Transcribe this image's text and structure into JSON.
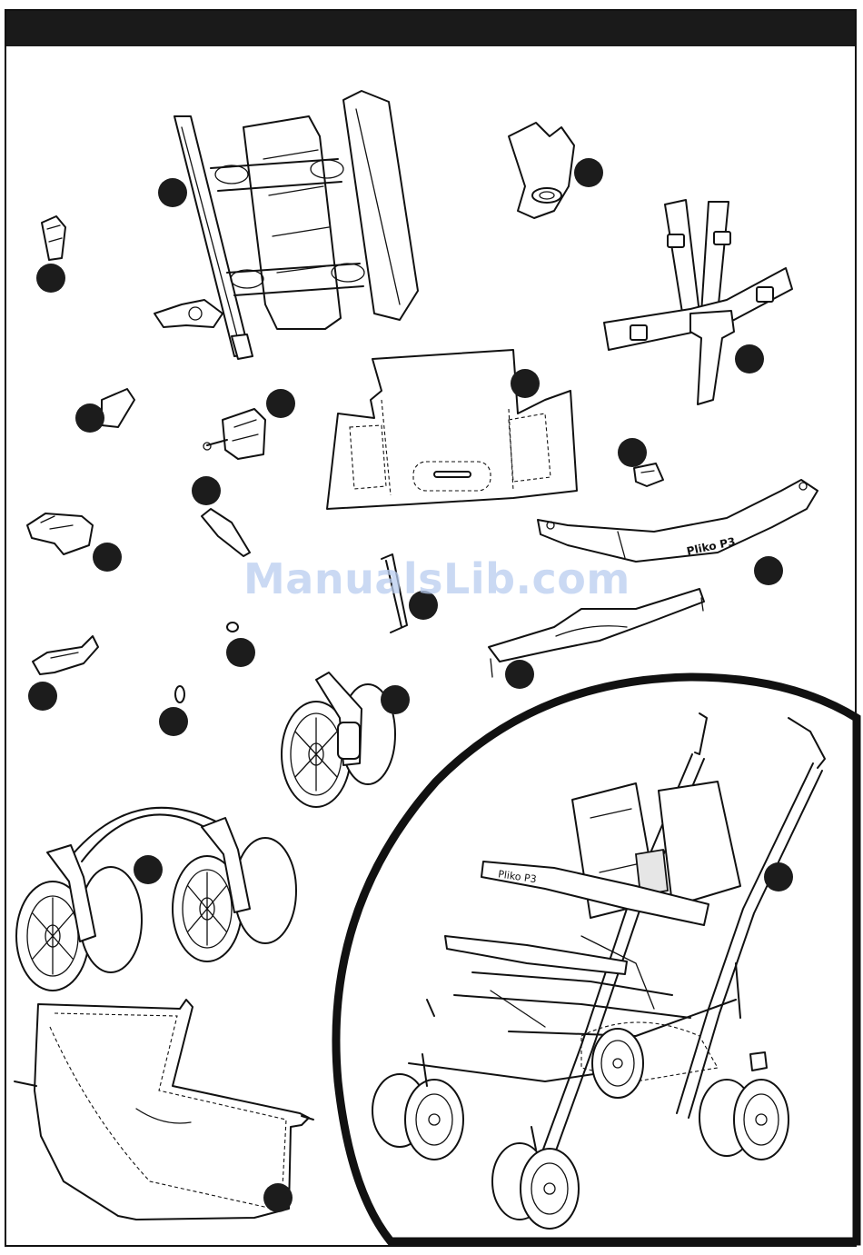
{
  "watermark": {
    "text": "ManualsLib.com"
  },
  "labels": {
    "armbar_brand": "Pliko P3",
    "bumper_brand": "Pliko P3"
  }
}
